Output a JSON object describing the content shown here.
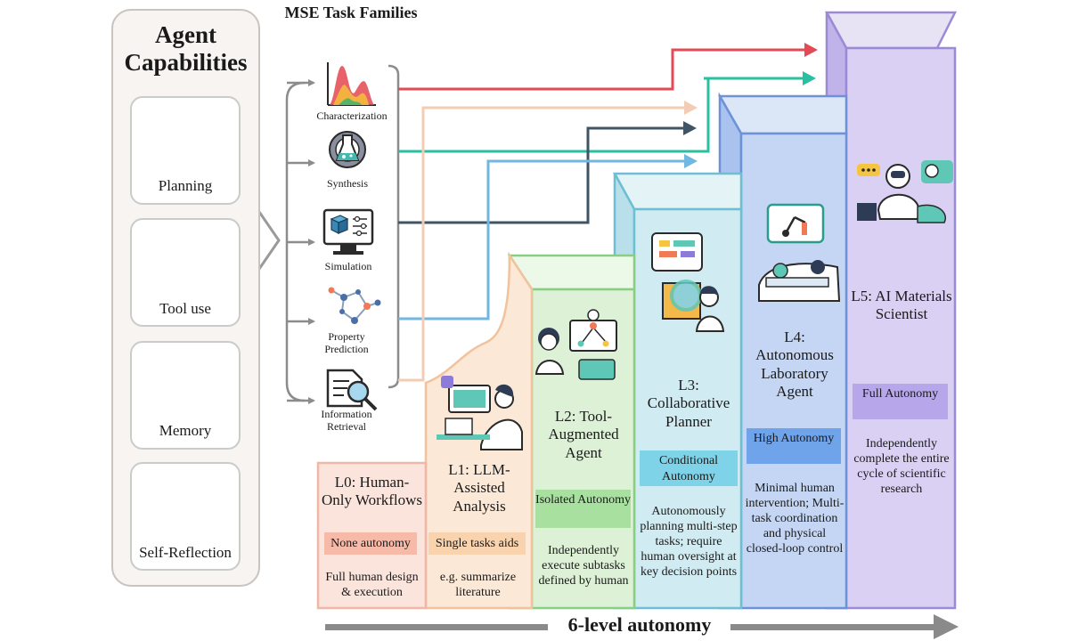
{
  "capabilities": {
    "title": "Agent Capabilities",
    "items": [
      {
        "label": "Planning",
        "icon": "planning-board-icon"
      },
      {
        "label": "Tool use",
        "icon": "monitor-gear-icon"
      },
      {
        "label": "Memory",
        "icon": "brain-circuit-icon"
      },
      {
        "label": "Self-Reflection",
        "icon": "head-gear-icon"
      }
    ]
  },
  "tasks": {
    "title": "MSE Task Families",
    "items": [
      {
        "label": "Characterization",
        "icon": "spectrum-chart-icon"
      },
      {
        "label": "Synthesis",
        "icon": "flask-gear-icon"
      },
      {
        "label": "Simulation",
        "icon": "computer-cube-icon"
      },
      {
        "label": "Property Prediction",
        "icon": "molecule-icon"
      },
      {
        "label": "Information Retrieval",
        "icon": "document-magnifier-icon"
      }
    ]
  },
  "levels": [
    {
      "title": "L0: Human-Only Workflows",
      "autonomy": "None autonomy",
      "description": "Full human design & execution",
      "color": "#f6d3c8"
    },
    {
      "title": "L1: LLM-Assisted Analysis",
      "autonomy": "Single tasks aids",
      "description": "e.g. summarize literature",
      "color": "#fbe7d3"
    },
    {
      "title": "L2: Tool-Augmented Agent",
      "autonomy": "Isolated Autonomy",
      "description": "Independently execute subtasks defined by human",
      "color": "#d9f0d4"
    },
    {
      "title": "L3: Collaborative Planner",
      "autonomy": "Conditional Autonomy",
      "description": "Autonomously planning multi-step tasks; require human oversight at key decision points",
      "color": "#cfe9f0"
    },
    {
      "title": "L4: Autonomous Laboratory Agent",
      "autonomy": "High Autonomy",
      "description": "Minimal human intervention; Multi-task coordination and physical closed-loop control",
      "color": "#c1d5f3"
    },
    {
      "title": "L5: AI Materials Scientist",
      "autonomy": "Full Autonomy",
      "description": "Independently complete the entire cycle of scientific research",
      "color": "#d7cff2"
    }
  ],
  "axis": {
    "label": "6-level autonomy"
  },
  "colors": {
    "arrow_characterization": "#e44a55",
    "arrow_synthesis": "#2bbfa2",
    "arrow_simulation": "#3f5566",
    "arrow_property": "#72b7e2",
    "arrow_retrieval": "#f3cdb3"
  }
}
